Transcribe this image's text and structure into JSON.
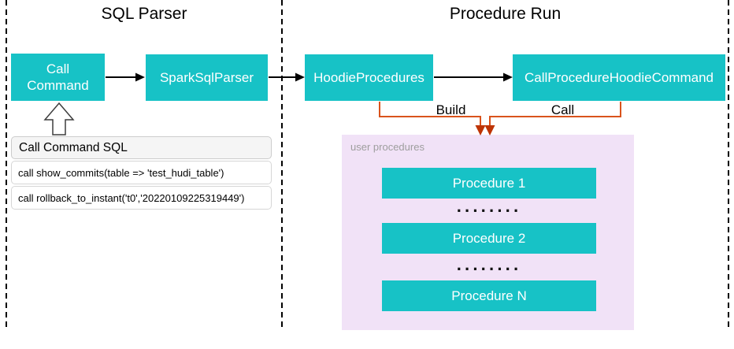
{
  "colors": {
    "teal": "#17C2C6",
    "node_text": "#FFFFFF",
    "purple_panel": "#F1E2F7",
    "orange_connector": "#D9531C",
    "orange_arrowhead": "#BE3405",
    "muted_label": "#9E9E9E",
    "note_header_bg": "#F5F5F5",
    "note_border": "#CCCCCC"
  },
  "sections": {
    "sql_parser": {
      "title": "SQL Parser"
    },
    "procedure_run": {
      "title": "Procedure Run"
    }
  },
  "nodes": {
    "call_command": "Call Command",
    "spark_sql_parser": "SparkSqlParser",
    "hoodie_procedures": "HoodieProcedures",
    "call_procedure_hoodie_command": "CallProcedureHoodieCommand"
  },
  "connectors": {
    "build_label": "Build",
    "call_label": "Call"
  },
  "sql_note": {
    "title": "Call Command SQL",
    "items": [
      "call show_commits(table => 'test_hudi_table')",
      "call rollback_to_instant('t0','20220109225319449')"
    ]
  },
  "user_procedures": {
    "label": "user procedures",
    "items": [
      "Procedure 1",
      "Procedure 2",
      "Procedure N"
    ],
    "separator": "········"
  }
}
